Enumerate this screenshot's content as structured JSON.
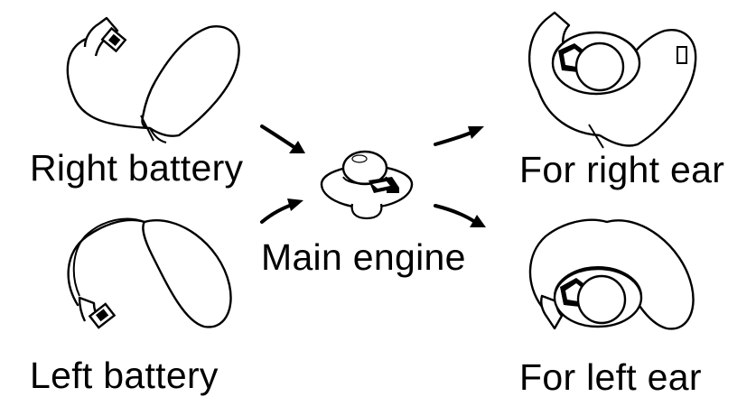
{
  "labels": {
    "right_battery": "Right battery",
    "left_battery": "Left battery",
    "main_engine": "Main engine",
    "for_right_ear": "For right ear",
    "for_left_ear": "For left ear"
  },
  "colors": {
    "line": "#000000",
    "fill": "#ffffff",
    "shade": "#9a9a9a",
    "background": "#ffffff"
  }
}
